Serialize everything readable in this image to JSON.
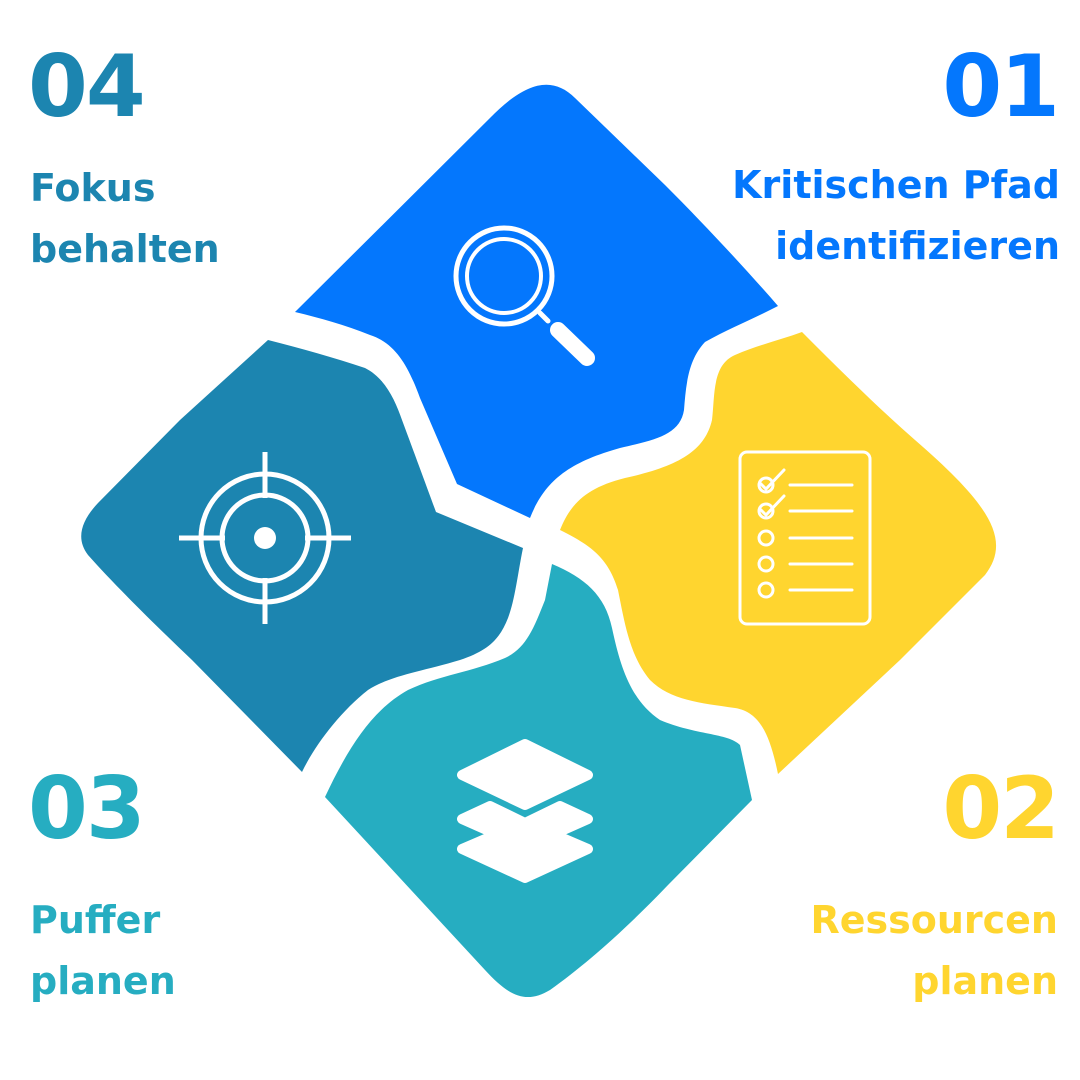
{
  "steps": [
    {
      "number": "01",
      "line1": "Kritischen Pfad",
      "line2": "identifizieren",
      "color": "#0477FD",
      "icon": "magnifier-icon"
    },
    {
      "number": "02",
      "line1": "Ressourcen",
      "line2": "planen",
      "color": "#FFD52F",
      "icon": "checklist-icon"
    },
    {
      "number": "03",
      "line1": "Puffer",
      "line2": "planen",
      "color": "#26ADC1",
      "icon": "layers-icon"
    },
    {
      "number": "04",
      "line1": "Fokus",
      "line2": "behalten",
      "color": "#1C85B0",
      "icon": "target-icon"
    }
  ]
}
